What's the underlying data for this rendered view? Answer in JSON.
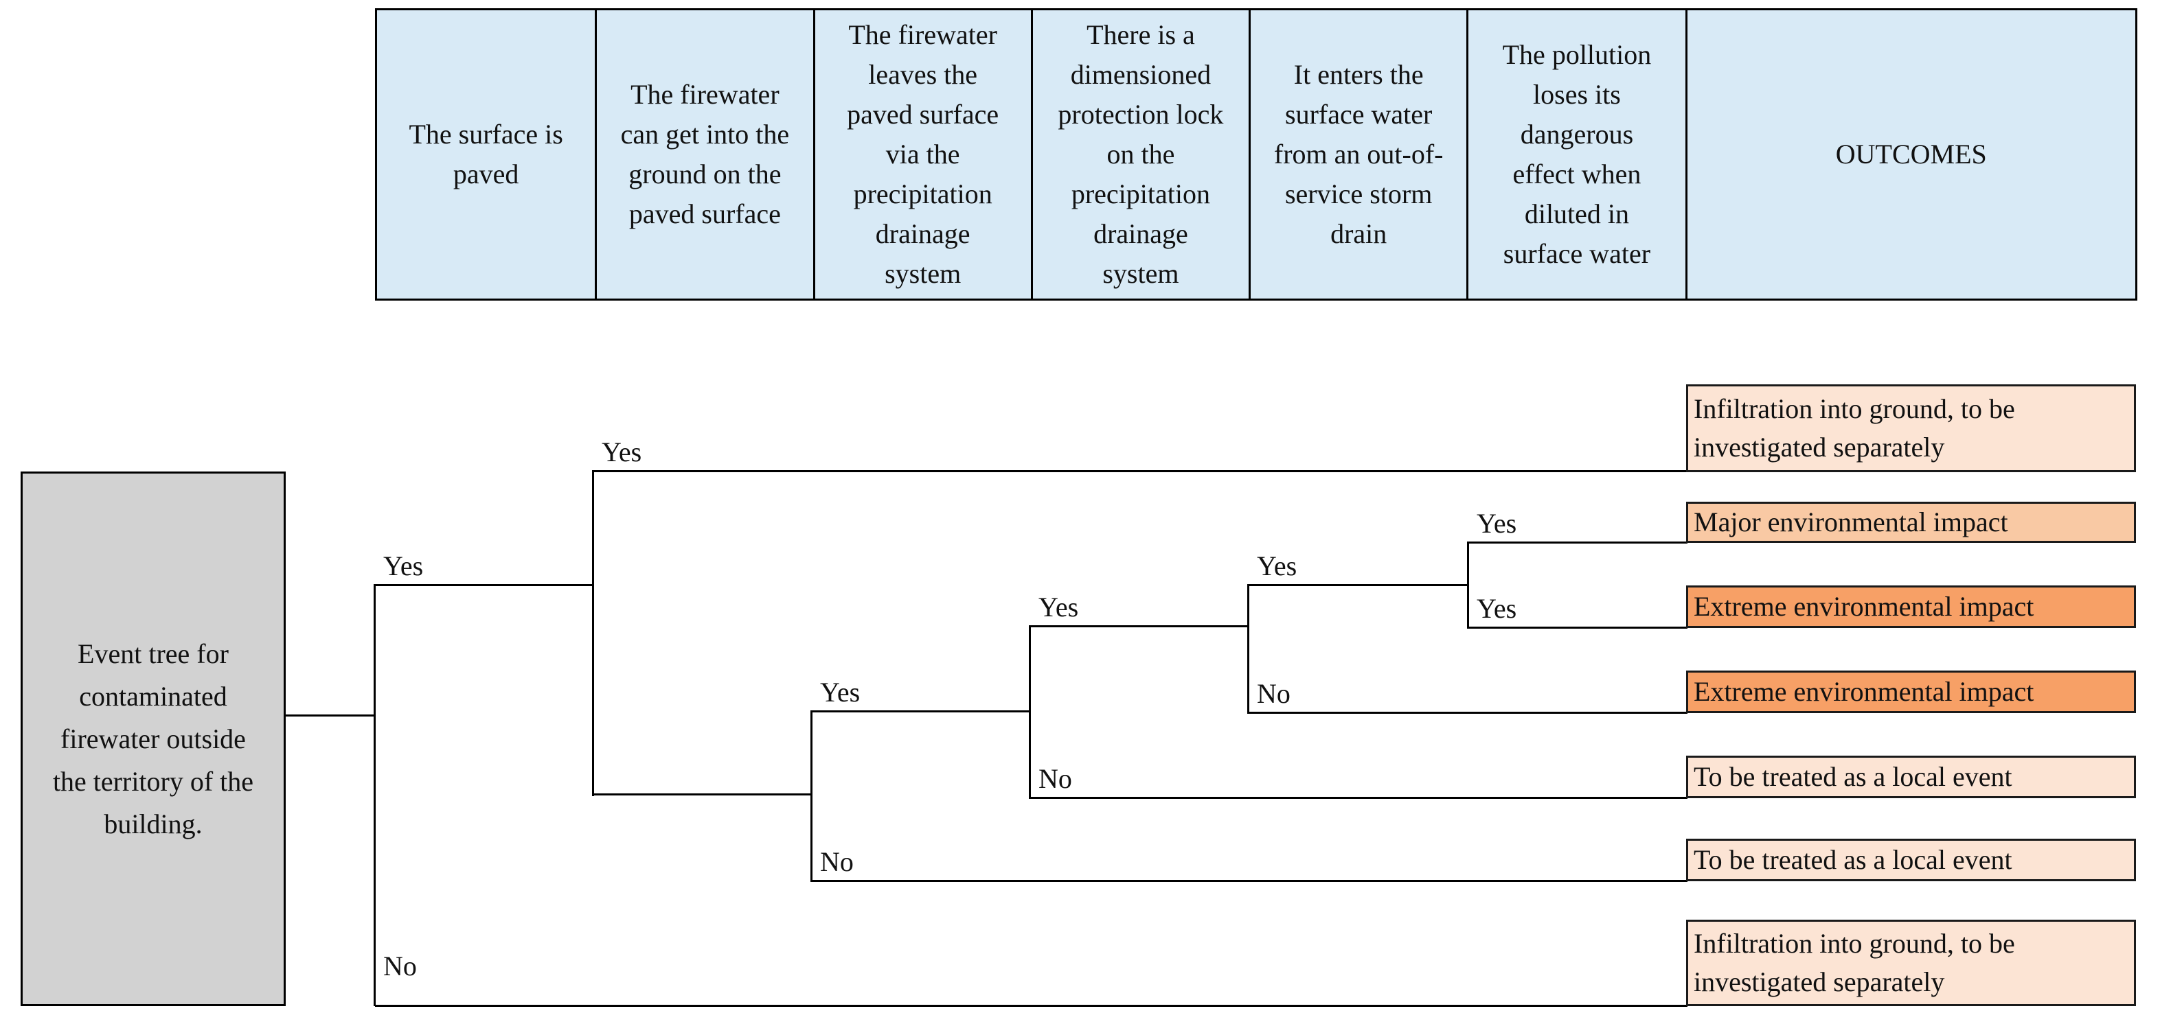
{
  "header": {
    "columns": [
      {
        "label": "The surface is\npaved"
      },
      {
        "label": "The firewater\ncan get into the\nground on the\npaved surface"
      },
      {
        "label": "The firewater\nleaves the\npaved surface\nvia the\nprecipitation\ndrainage\nsystem"
      },
      {
        "label": "There is a\ndimensioned\nprotection lock\non the\nprecipitation\ndrainage\nsystem"
      },
      {
        "label": "It enters the\nsurface water\nfrom an out-of-\nservice storm\ndrain"
      },
      {
        "label": "The pollution\nloses its\ndangerous\neffect when\ndiluted in\nsurface water"
      },
      {
        "label": "OUTCOMES"
      }
    ]
  },
  "root": {
    "label": "Event tree for\ncontaminated\nfirewater outside\nthe territory of the\nbuilding."
  },
  "tree": {
    "branch_labels": [
      {
        "text": "Yes"
      },
      {
        "text": "Yes"
      },
      {
        "text": "Yes"
      },
      {
        "text": "Yes"
      },
      {
        "text": "Yes"
      },
      {
        "text": "Yes"
      },
      {
        "text": "Yes"
      },
      {
        "text": "No"
      },
      {
        "text": "No"
      },
      {
        "text": "No"
      },
      {
        "text": "No"
      }
    ],
    "outcomes": [
      {
        "text": "Infiltration into ground, to be\ninvestigated separately",
        "severity": "light"
      },
      {
        "text": "Major environmental impact",
        "severity": "medium"
      },
      {
        "text": "Extreme environmental impact",
        "severity": "strong"
      },
      {
        "text": "Extreme environmental impact",
        "severity": "strong"
      },
      {
        "text": "To be treated as a local event",
        "severity": "light"
      },
      {
        "text": "To be treated as a local event",
        "severity": "light"
      },
      {
        "text": "Infiltration into ground, to be\ninvestigated separately",
        "severity": "light"
      }
    ]
  },
  "colors": {
    "header_fill": "#d8eaf6",
    "root_fill": "#d2d2d2",
    "outcome_light": "#fce4d4",
    "outcome_medium": "#f9c9a4",
    "outcome_strong": "#f7a066",
    "line": "#000000",
    "text": "#111111"
  }
}
